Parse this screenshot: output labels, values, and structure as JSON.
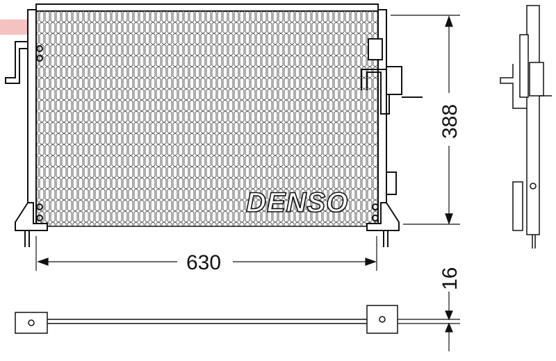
{
  "brand": "DENSO",
  "dimensions": {
    "width": "630",
    "height": "388",
    "depth": "16"
  },
  "colors": {
    "line": "#111111",
    "watermark": "#e87878"
  }
}
